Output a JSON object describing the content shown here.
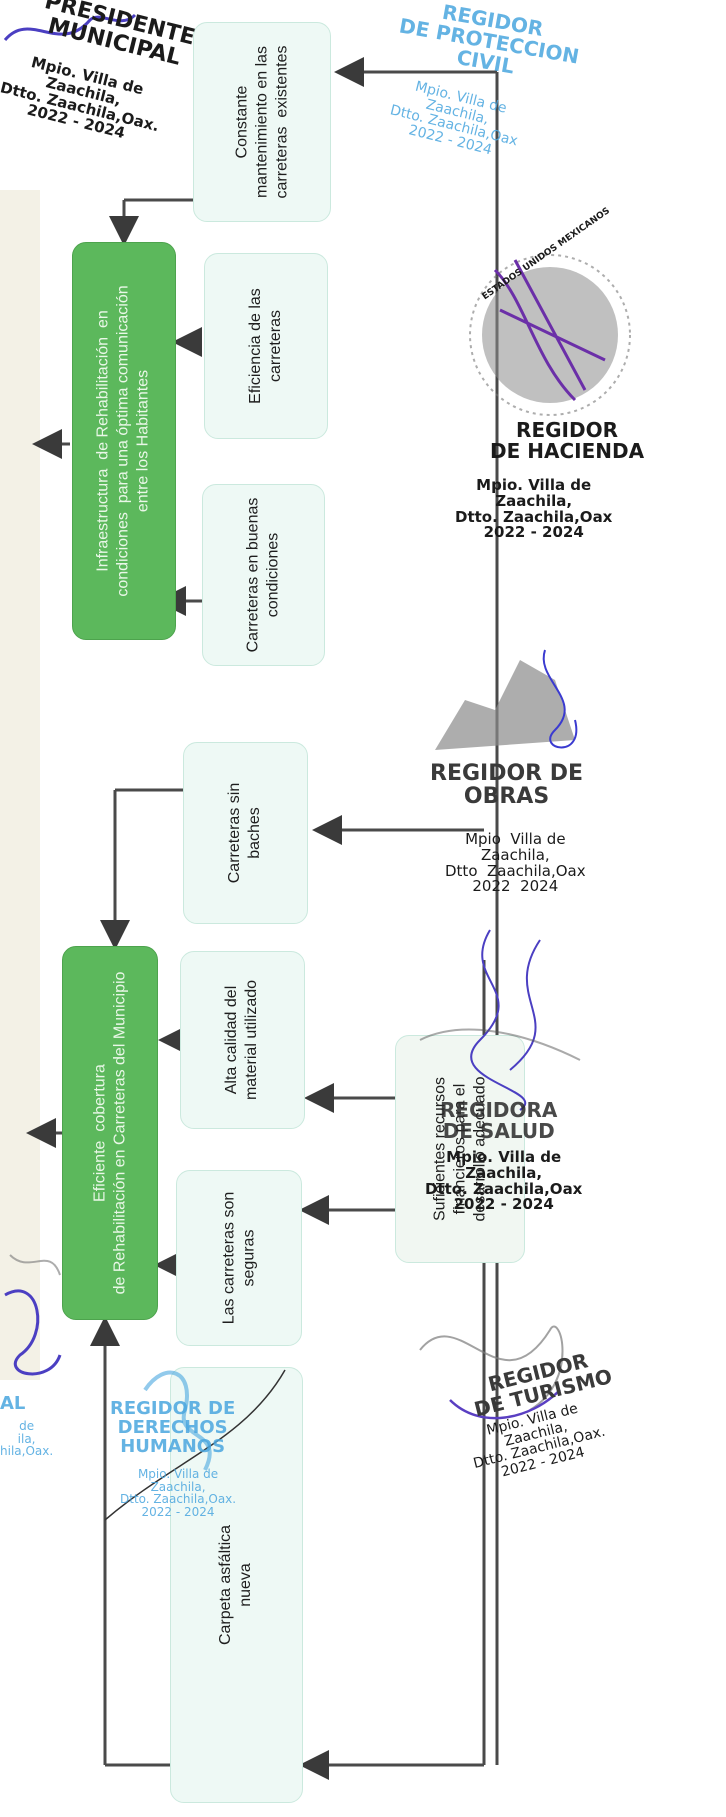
{
  "diagram": {
    "boxes": {
      "constante": "Constante\nmantenimiento en las\ncarreteras  existentes",
      "infra": "Infraestructura  de Rehabilitación  en\ncondiciones  para una óptima comunicación\nentre los Habitantes",
      "eficiencia": "Eficiencia de las\ncarreteras",
      "buenas": "Carreteras en buenas\ncondiciones",
      "sin_baches": "Carreteras sin\nbaches",
      "alta_calidad": "Alta calidad del\nmaterial utilizado",
      "eficiente": "Eficiente  cobertura\nde Rehabilitación en Carreteras del Municipio",
      "suficientes": "Suficientes recursos\nfinancieros para el\ndesarrollo adecuado",
      "seguras": "Las carreteras son\nseguras",
      "carpeta": "Carpeta asfáltica\nnueva"
    }
  },
  "stamps": {
    "presidente": "PRESIDENTE\nMUNICIPAL",
    "presidente_loc": "Mpio. Villa de\nZaachila,\nDtto. Zaachila,Oax.\n2022 - 2024",
    "proteccion": "REGIDOR\nDE PROTECCION\nCIVIL",
    "proteccion_loc": "Mpio. Villa de\nZaachila,\nDtto. Zaachila,Oax\n2022 - 2024",
    "hacienda": "REGIDOR\nDE HACIENDA",
    "hacienda_loc": "Mpio. Villa de\nZaachila,\nDtto. Zaachila,Oax\n2022 - 2024",
    "obras": "REGIDOR DE\nOBRAS",
    "obras_loc": "Mpio  Villa de\nZaachila,\nDtto  Zaachila,Oax\n2022  2024",
    "salud": "REGIDORA\nDE SALUD",
    "salud_loc": "Mpio. Villa de\nZaachila,\nDtto. Zaachila,Oax\n2022 - 2024",
    "turismo": "REGIDOR\nDE TURISMO",
    "turismo_loc": "Mpio. Villa de\nZaachila,\nDtto. Zaachila,Oax.\n2022 - 2024",
    "humanos": "REGIDOR DE\nDERECHOS\nHUMANOS",
    "humanos_loc": "Mpio. Villa de\nZaachila,\nDtto. Zaachila,Oax.\n2022 - 2024",
    "left_partial": "AL",
    "left_partial_loc": "de\nila,\nhila,Oax.",
    "seal_text": "ESTADOS UNIDOS MEXICANOS"
  }
}
